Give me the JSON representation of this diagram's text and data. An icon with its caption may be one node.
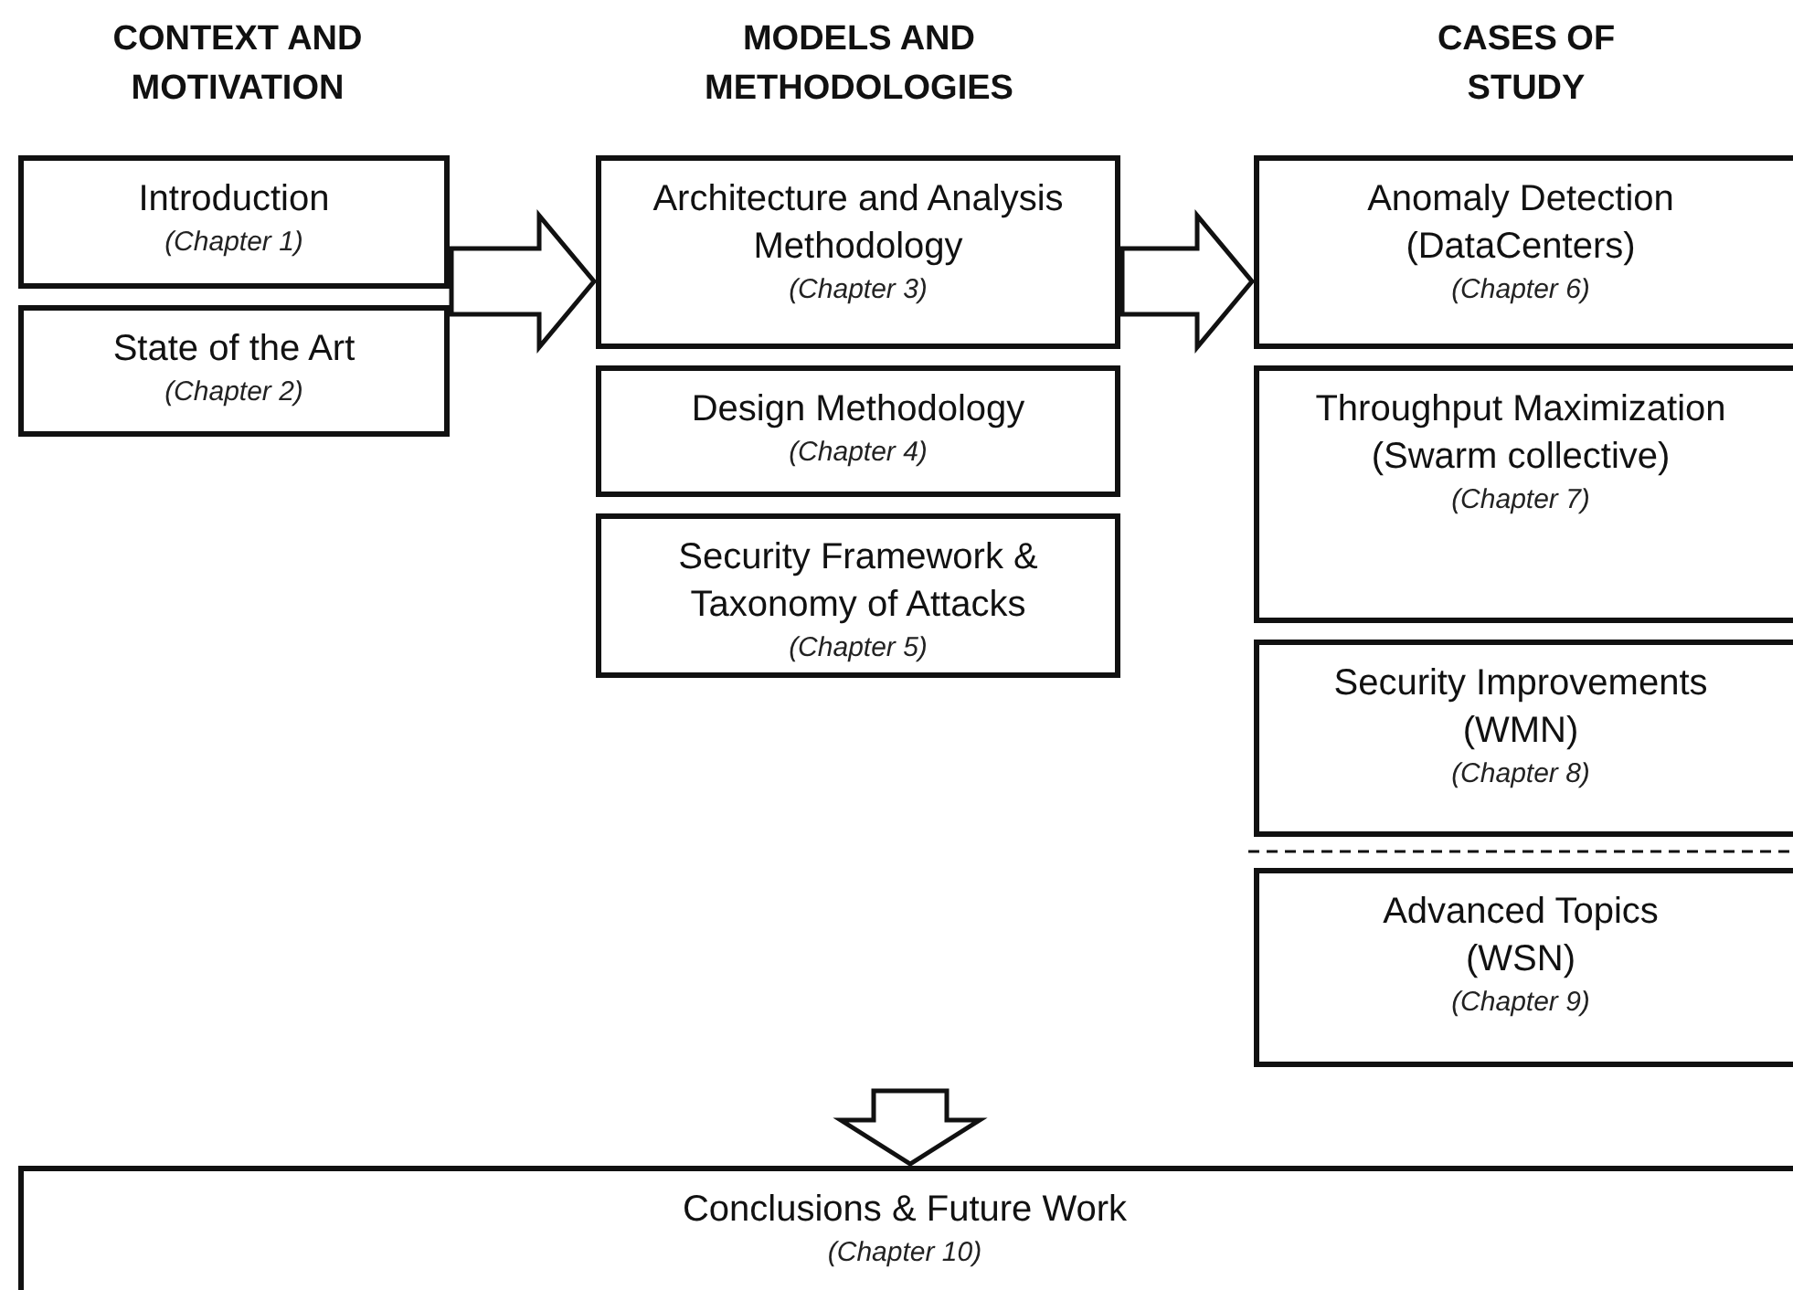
{
  "diagram": {
    "nodes": [
      {
        "text": [
          "Introduction",
          "(Chapter 1)"
        ]
      },
      {
        "text": [
          "State of the Art",
          "(Chapter 2)"
        ]
      },
      {
        "text": [
          "Architecture and Analysis Methodology",
          "(Chapter 3)"
        ]
      },
      {
        "text": [
          "Design Methodology",
          "(Chapter 4)"
        ]
      },
      {
        "text": [
          "Security Framework & Taxonomy of Attacks",
          "(Chapter 5)"
        ]
      },
      {
        "text": [
          "Anomaly Detection",
          "(DataCenters)",
          "(Chapter 6)"
        ]
      },
      {
        "text": [
          "Throughput Maximization",
          "(Swarm collective)",
          "(Chapter 7)"
        ]
      },
      {
        "text": [
          "Security Improvements",
          "(WMN)",
          "(Chapter 8)"
        ]
      },
      {
        "text": [
          "Advanced Topics",
          "(WSN)",
          "(Chapter 9)"
        ]
      },
      {
        "text": [
          "Conclusions & Future Work",
          "(Chapter 10)"
        ]
      }
    ],
    "edges": [
      {
        "from": 0,
        "to": 2,
        "arrow": "to"
      },
      {
        "from": 2,
        "to": 5,
        "arrow": "to"
      },
      {
        "from": null,
        "to": 9,
        "arrow": "to"
      }
    ],
    "labels": [
      "CONTEXT AND MOTIVATION",
      "MODELS AND METHODOLOGIES",
      "CASES OF STUDY"
    ]
  }
}
